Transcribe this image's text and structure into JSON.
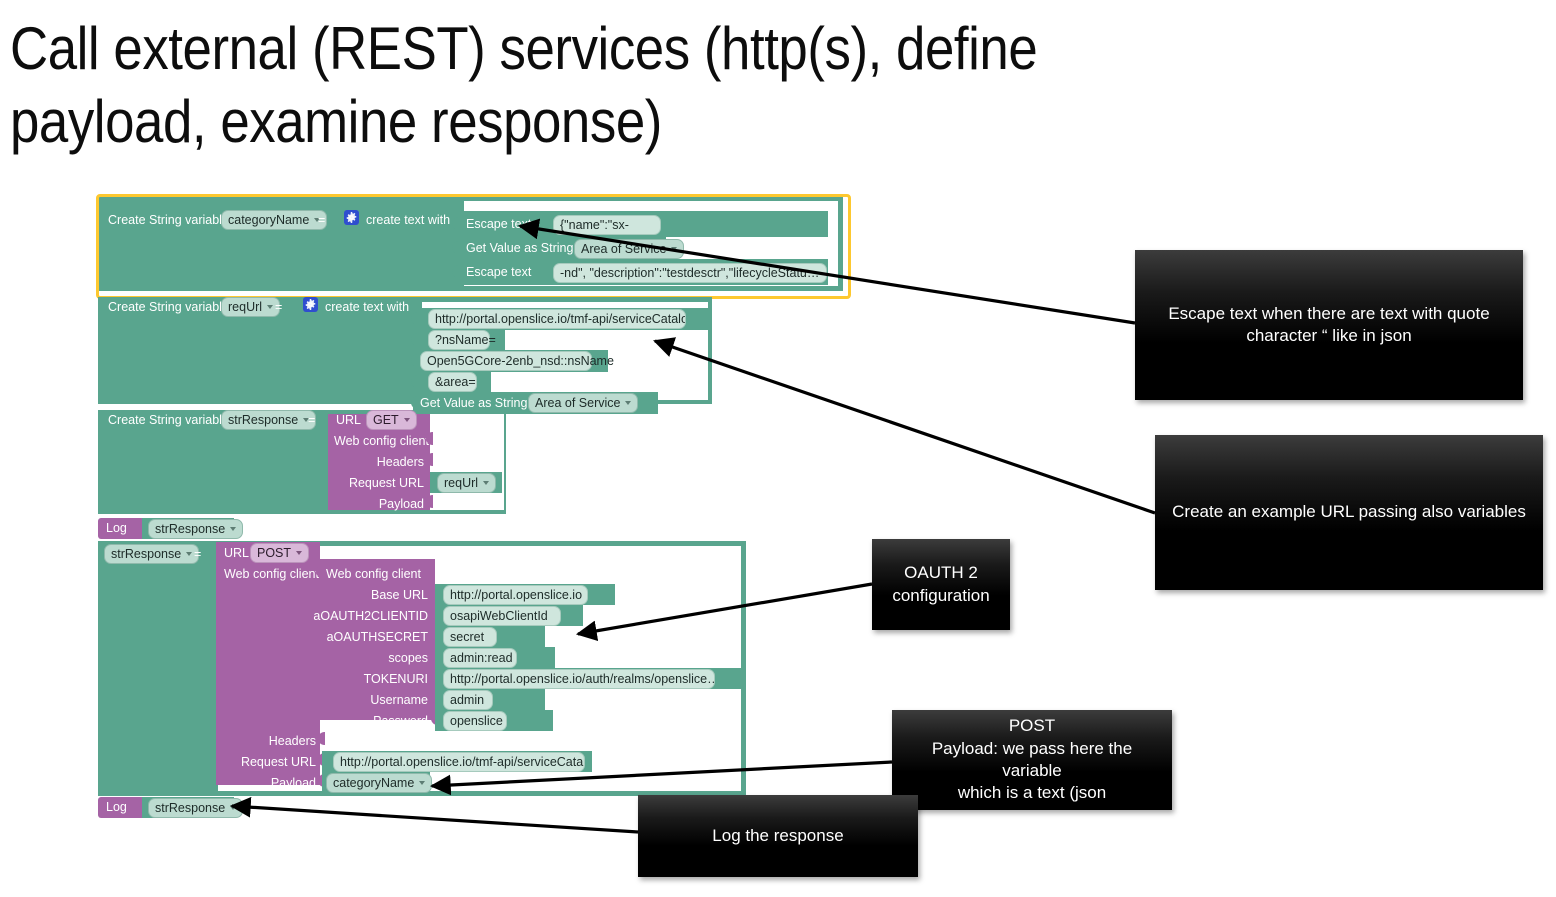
{
  "slide": {
    "title": "Call external (REST) services (http(s), define\npayload, examine response)"
  },
  "colors": {
    "block_green": "#59a58e",
    "block_purple": "#a563a5",
    "field_mint": "#bcdbd0",
    "selection_outline": "#fdc82f",
    "callout_text": "#ffffff",
    "gear_icon": "#2f4ecf"
  },
  "blocks": {
    "b1": {
      "statement": "Create String variable",
      "variable": "categoryName",
      "equals": "=",
      "mutator_icon": "gear-icon",
      "op": "create text with",
      "rows": [
        {
          "label": "Escape text",
          "value": "{\"name\":\"sx-"
        },
        {
          "label": "Get Value as String",
          "value": "Area of Service",
          "dropdown": true
        },
        {
          "label": "Escape text",
          "value": "-nd\", \"description\":\"testdesctr\",\"lifecycleStatu…"
        }
      ]
    },
    "b2": {
      "statement": "Create String variable",
      "variable": "reqUrl",
      "equals": "=",
      "mutator_icon": "gear-icon",
      "op": "create text with",
      "rows": [
        {
          "label": "",
          "value": "http://portal.openslice.io/tmf-api/serviceCatalo…"
        },
        {
          "label": "",
          "value": "?nsName="
        },
        {
          "label": "",
          "value": "Open5GCore-2enb_nsd::nsName"
        },
        {
          "label": "",
          "value": "&area="
        },
        {
          "label": "Get Value as String",
          "value": "Area of Service",
          "dropdown": true
        }
      ]
    },
    "b3": {
      "statement": "Create String variable",
      "variable": "strResponse",
      "equals": "=",
      "op_label": "URL",
      "method": "GET",
      "rows": [
        {
          "label": "Web config client",
          "value": ""
        },
        {
          "label": "Headers",
          "value": ""
        },
        {
          "label": "Request URL",
          "value": "reqUrl",
          "dropdown": true
        },
        {
          "label": "Payload",
          "value": ""
        }
      ]
    },
    "log1": {
      "label": "Log",
      "value": "strResponse"
    },
    "b4": {
      "variable": "strResponse",
      "equals": "=",
      "op_label": "URL",
      "method": "POST",
      "web_config_socket": "Web config client",
      "web_config": {
        "title": "Web config client",
        "rows": [
          {
            "label": "Base URL",
            "value": "http://portal.openslice.io"
          },
          {
            "label": "aOAUTH2CLIENTID",
            "value": "osapiWebClientId"
          },
          {
            "label": "aOAUTHSECRET",
            "value": "secret"
          },
          {
            "label": "scopes",
            "value": "admin:read"
          },
          {
            "label": "TOKENURI",
            "value": "http://portal.openslice.io/auth/realms/openslice…"
          },
          {
            "label": "Username",
            "value": "admin"
          },
          {
            "label": "Password",
            "value": "openslice"
          }
        ]
      },
      "rows": [
        {
          "label": "Headers",
          "value": ""
        },
        {
          "label": "Request URL",
          "value": "http://portal.openslice.io/tmf-api/serviceCatalo…"
        },
        {
          "label": "Payload",
          "value": "categoryName",
          "dropdown": true
        }
      ]
    },
    "log2": {
      "label": "Log",
      "value": "strResponse"
    }
  },
  "callouts": {
    "escape": "Escape text when there are text with quote\ncharacter “ like in json",
    "url": "Create an example URL passing also variables",
    "oauth": "OAUTH 2\nconfiguration",
    "post": "POST\nPayload: we pass here the variable\nwhich is a text (json",
    "log": "Log the response"
  }
}
